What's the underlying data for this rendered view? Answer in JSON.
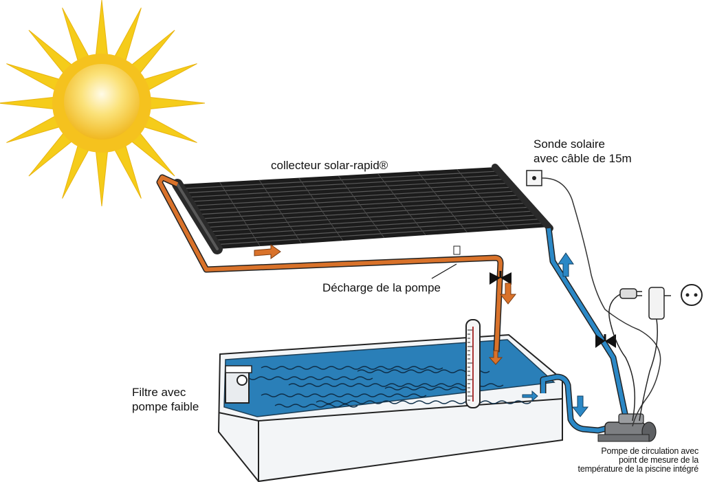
{
  "labels": {
    "collector": "collecteur solar-rapid®",
    "sensor_line1": "Sonde solaire",
    "sensor_line2": "avec câble de 15m",
    "discharge": "Décharge de la pompe",
    "filter_line1": "Filtre avec",
    "filter_line2": "pompe faible",
    "pump_line1": "Pompe de circulation avec",
    "pump_line2": "point de mesure de la",
    "pump_line3": "température de la piscine intégré"
  },
  "colors": {
    "sun": "#f5cc1a",
    "sun_core": "#f0b820",
    "hot_pipe": "#d9722a",
    "cold_pipe": "#2b88c6",
    "water": "#2a7fb8",
    "collector": "#222222",
    "pool_wall": "#f2f4f6"
  },
  "icons": {
    "sun": "sun-icon",
    "solar_collector": "solar-collector-icon",
    "sensor": "sensor-box-icon",
    "pump": "circulation-pump-icon",
    "filter": "filter-pump-icon",
    "valve": "valve-icon",
    "thermometer": "thermometer-icon",
    "plug": "plug-icon",
    "adapter": "power-adapter-icon",
    "socket": "wall-socket-icon",
    "flow_arrow": "flow-arrow-icon"
  }
}
